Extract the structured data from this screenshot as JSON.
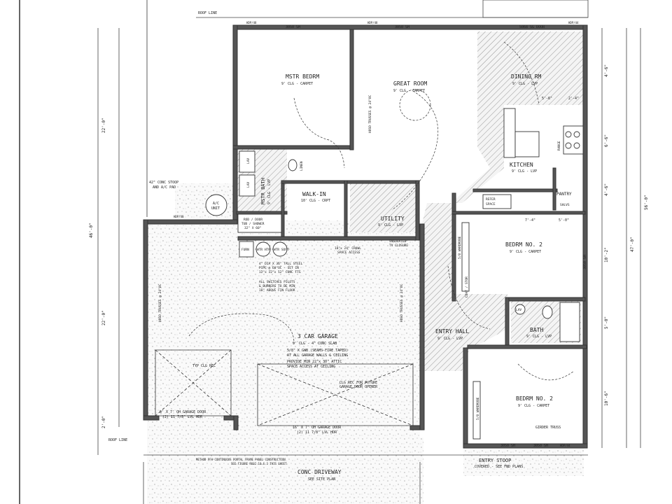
{
  "rooms": {
    "mstr_bedrm": {
      "name": "MSTR BEDRM",
      "note": "9' CLG - CARPET"
    },
    "great_room": {
      "name": "GREAT ROOM",
      "note": "9' CLG - CARPET"
    },
    "dining_rm": {
      "name": "DINING RM",
      "note": "9' CLG - LVP"
    },
    "kitchen": {
      "name": "KITCHEN",
      "note": "9' CLG - LVP"
    },
    "mstr_bath": {
      "name": "MSTR BATH",
      "note": "9' CLG - LVP"
    },
    "walk_in": {
      "name": "WALK-IN",
      "note": "10' CLG - CRPT"
    },
    "utility": {
      "name": "UTILITY",
      "note": "9' CLG - LVP"
    },
    "bedrm_2a": {
      "name": "BEDRM NO. 2",
      "note": "9' CLG - CARPET"
    },
    "bedrm_2b": {
      "name": "BEDRM NO. 2",
      "note": "9' CLG - CARPET"
    },
    "bath": {
      "name": "BATH",
      "note": "9' CLG - LVP"
    },
    "entry_hall": {
      "name": "ENTRY HALL",
      "note": "9' CLG - LVP"
    },
    "garage": {
      "name": "3 CAR GARAGE",
      "note": "9' CLG - 4\" CONC SLAB",
      "spec1": "5/8\" X GWB (SEAMS-FIRE TAPED)",
      "spec2": "AT ALL GARAGE WALLS & CEILING",
      "spec3": "PROVIDE MIN 22\"x 30\" ATTIC",
      "spec4": "SPACE ACCESS AT CEILING"
    },
    "pantry": {
      "name": "PANTRY"
    },
    "entry_stoop": {
      "name": "ENTRY STOOP",
      "note": "COVERED - SEE FND PLANS"
    },
    "driveway": {
      "name": "CONC DRIVEWAY",
      "note": "SEE SITE PLAN"
    }
  },
  "labels": {
    "roof_line_top": "ROOF LINE",
    "roof_line_bottom": "ROOF LINE",
    "stoop": "42\" CONC STOOP",
    "ac_pad": "AND A/C PAD",
    "ac_unit": "A/C",
    "ac_unit2": "UNIT",
    "tub_shower": "TUB / SHOWER",
    "tub_size": "32\" X 60\"",
    "tub_shower_mb": "ROD / DOOR",
    "lav": "LAV",
    "linen": "LINEN",
    "refer": "REFER",
    "space": "SPACE",
    "range": "RANGE",
    "shlvs": "SHLVS",
    "coat": "COAT / STOR",
    "wardrobe1": "5/8 WARDROBE",
    "wardrobe2": "5/8 WARDROBE",
    "furn": "FURN",
    "wtr_htr": "WTR HTR",
    "wtr_soft": "WTR SOFT",
    "steel_note1": "4\" DIA X 36\" TALL STEEL",
    "steel_note2": "PIPE @ 60\"OC - SET IN",
    "steel_note3": "12\"x 12\"x 12\" CONC FTG",
    "pilot_note1": "ALL SWITCHES PILOTS",
    "pilot_note2": "& BURNERS TO BE MIN",
    "pilot_note3": "18\" ABOVE FIN FLOOR",
    "crawl1": "18\"x 24\" CRAWL",
    "crawl2": "SPACE ACCESS",
    "tv1": "INSULATED",
    "tv2": "TV CLOSURE",
    "gar_door_small": "9' X 7' OH GARAGE DOOR",
    "gar_door_small_hdr": "(2) 11 7/8\" LVL HDR",
    "gar_door_large": "16' X 7' OH GARAGE DOOR",
    "gar_door_large_hdr": "(2) 11 7/8\" LVL HDR",
    "clg_rec": "TYP CLG REC",
    "future1": "CLG REC FOR FUTURE",
    "future2": "GARAGE DOOR OPENER",
    "girder": "GIRDER TRUSS",
    "trusses1": "HOSO TRUSSES @ 24\"OC",
    "trusses2": "HOSO TRUSSES @ 24\"OC",
    "trusses3": "HOSO TRUSSES @ 24\"OC",
    "method1": "METHOD PFH CONTINUOUS PORTAL FRAME PANEL CONSTRUCTION",
    "method2": "SEE FIGURE R602.10.6.3 THIS SHEET",
    "win_3050_a": "3050 SH",
    "win_3050_b": "3050 SH",
    "win_3050_c": "3050 SH",
    "win_3050_d": "3050 SH",
    "win_3050_e": "3050 SH",
    "win_5068": "5068 SG DOOR",
    "hdr_a": "HDP/48",
    "hdr_b": "HDP/48",
    "hdr_c": "HDP/44",
    "hdr_d": "HDP/48",
    "hdr_e": "HDP/44"
  },
  "dimensions": {
    "d22a": "22'-0\"",
    "d46": "46'-0\"",
    "d22b": "22'-0\"",
    "d2a": "2'-0\"",
    "d56": "56'-0\"",
    "d47": "47'-0\"",
    "d4_6": "4'-6\"",
    "d6_6": "6'-6\"",
    "d4_6b": "4'-6\"",
    "d10_2": "10'-2\"",
    "d5_0": "5'-0\"",
    "d10_6": "10'-6\"",
    "d7_4": "7'-4\"",
    "d5_0b": "5'-0\"",
    "d5_6": "5'-6\"",
    "d2_4": "2'-4\""
  }
}
